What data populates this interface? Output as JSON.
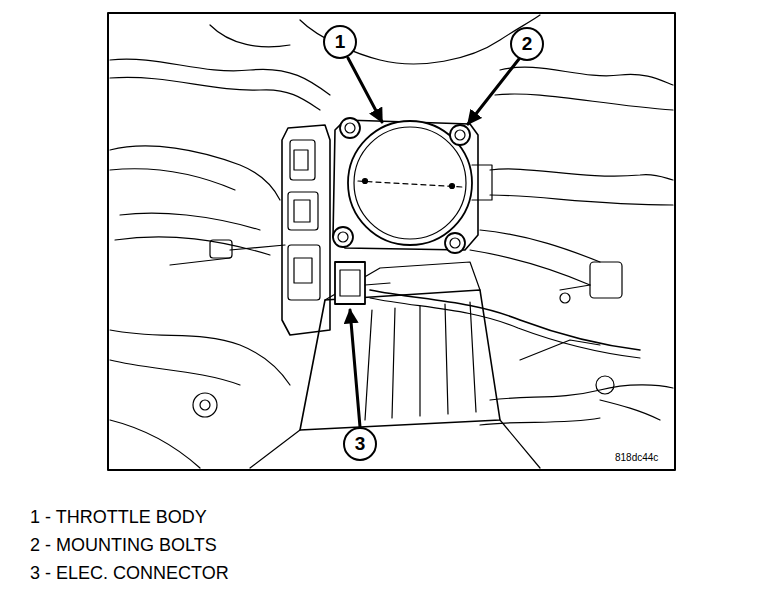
{
  "diagram": {
    "labels": [
      "1",
      "2",
      "3",
      "818dc44c",
      "1 - THROTTLE BODY",
      "2 - MOUNTING BOLTS",
      "3 - ELEC. CONNECTOR"
    ]
  }
}
